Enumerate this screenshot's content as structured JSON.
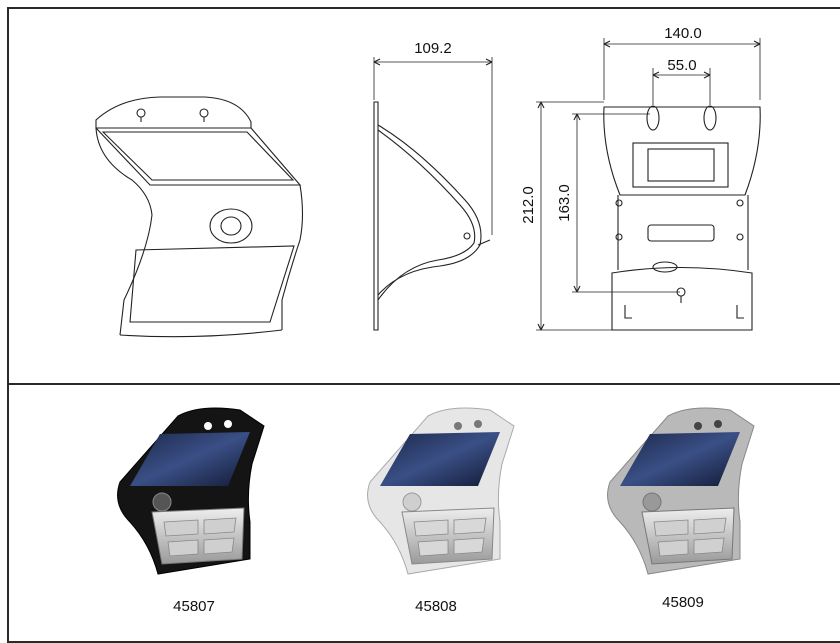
{
  "drawing": {
    "dimensions": {
      "depth": "109.2",
      "width": "140.0",
      "hole_spacing": "55.0",
      "height": "212.0",
      "hole_height": "163.0"
    }
  },
  "products": [
    {
      "code": "45807",
      "finish": "black",
      "color": "#141414"
    },
    {
      "code": "45808",
      "finish": "white",
      "color": "#e6e6e6"
    },
    {
      "code": "45809",
      "finish": "silver",
      "color": "#b9b9b9"
    }
  ]
}
